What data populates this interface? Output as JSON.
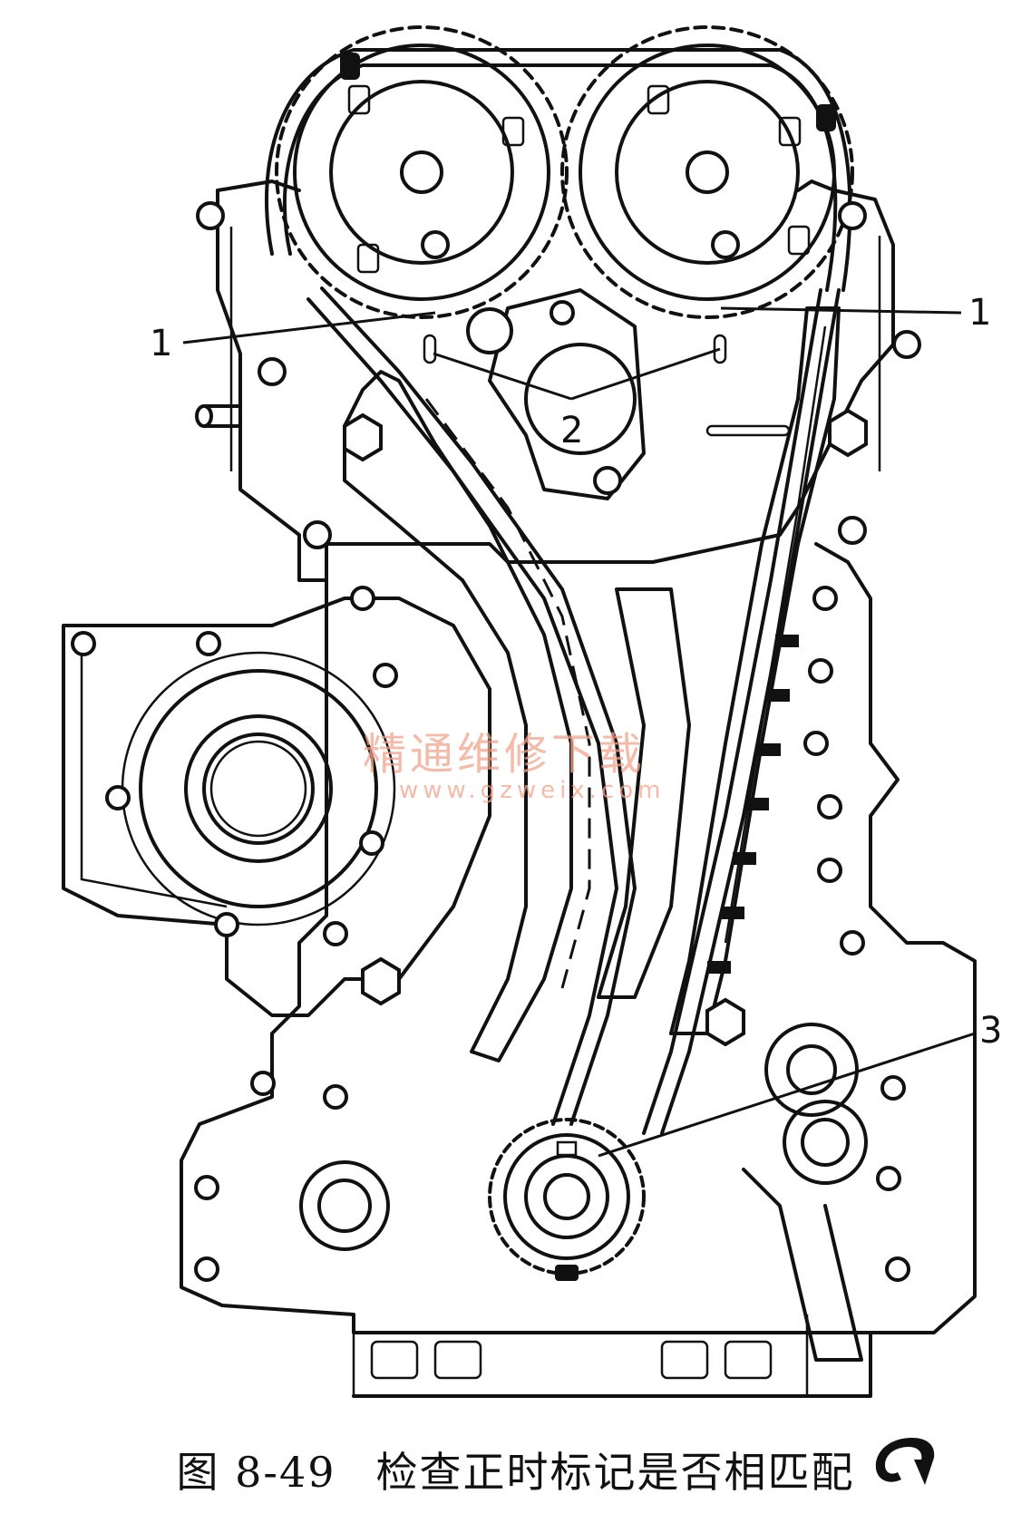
{
  "figure": {
    "caption_number": "图 8-49",
    "caption_text": "检查正时标记是否相匹配"
  },
  "callouts": [
    {
      "id": "1",
      "label": "1"
    },
    {
      "id": "1",
      "label": "1"
    },
    {
      "id": "2",
      "label": "2"
    },
    {
      "id": "3",
      "label": "3"
    }
  ],
  "watermark": {
    "line1": "精通维修下载",
    "line2": "www.gzweix.com"
  },
  "icons": [
    "publisher-logo-icon"
  ]
}
